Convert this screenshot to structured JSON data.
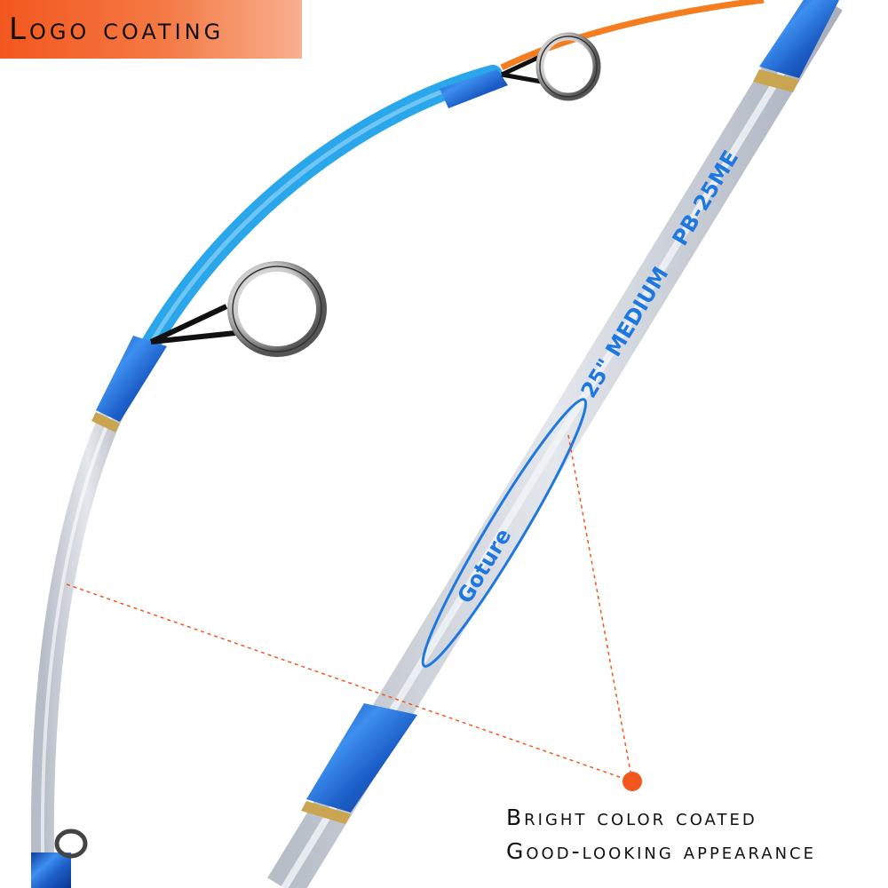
{
  "header": {
    "title": "Logo coating",
    "background_color": "#f2571e"
  },
  "rod": {
    "brand_text": "Goture",
    "spec_text": "25\" MEDIUM",
    "model_text": "PB-25ME",
    "blank_color": "#c9ced6",
    "tip_color": "#29a3e6",
    "wrap_color": "#1e6fd9",
    "line_color": "#f57c1f"
  },
  "callout": {
    "dot_color": "#f2571e",
    "line1": "Bright color coated",
    "line2": "Good-looking appearance"
  }
}
